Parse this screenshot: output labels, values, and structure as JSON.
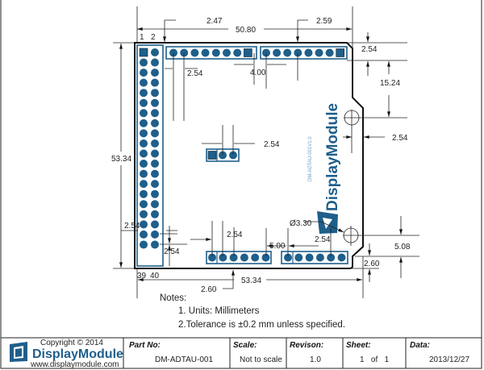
{
  "colors": {
    "accent": "#1f5f8b",
    "outline": "#111111"
  },
  "board": {
    "silkscreen_text": "DM-ADTAU-001V1.0",
    "logo_text": "DisplayModule",
    "pin_labels": {
      "top_left_1": "1",
      "top_left_2": "2",
      "bottom_left_39": "39",
      "bottom_left_40": "40"
    }
  },
  "dimensions": {
    "top_offset_left": "2.47",
    "top_width": "50.80",
    "top_offset_right": "2.59",
    "right_top_2_54": "2.54",
    "right_15_24": "15.24",
    "right_hole_2_54": "2.54",
    "top_pitch": "2.54",
    "top_gap": "4.00",
    "left_height": "53.34",
    "middle_pitch": "2.54",
    "hole_dia": "Ø3.30",
    "bottom_right_pitch": "2.54",
    "bottom_gap": "5.00",
    "bottom_left_pitch": "2.54",
    "right_5_08": "5.08",
    "right_2_60": "2.60",
    "left_pitch_h": "2.54",
    "left_pitch_v": "2.54",
    "bottom_width": "53.34",
    "bottom_offset": "2.60"
  },
  "notes": {
    "title": "Notes:",
    "items": [
      "1. Units: Millimeters",
      "2.Tolerance is ±0.2 mm unless specified."
    ]
  },
  "title_block": {
    "copyright": "Copyright © 2014",
    "company": "DisplayModule",
    "website": "www.displaymodule.com",
    "part_no_label": "Part No:",
    "part_no": "DM-ADTAU-001",
    "scale_label": "Scale:",
    "scale": "Not to scale",
    "revision_label": "Revison:",
    "revision": "1.0",
    "sheet_label": "Sheet:",
    "sheet": "1   of   1",
    "date_label": "Data:",
    "date": "2013/12/27"
  }
}
